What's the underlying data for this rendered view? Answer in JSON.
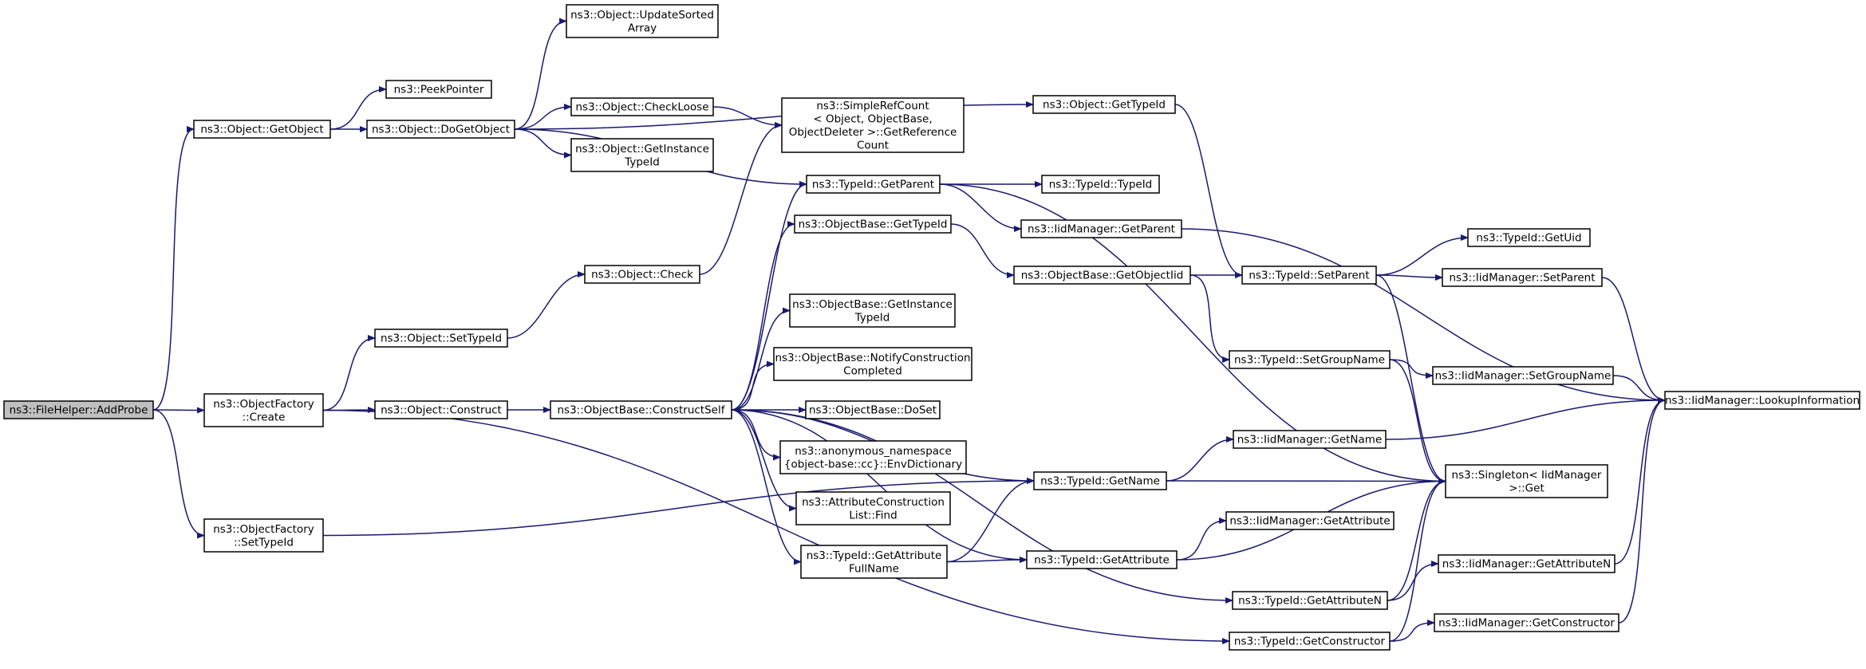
{
  "colors": {
    "edge": "#191970",
    "node_fill": "#ffffff",
    "root_fill": "#bfbfbf",
    "border": "#000000"
  },
  "nodes": [
    {
      "id": "addprobe",
      "lines": [
        "ns3::FileHelper::AddProbe"
      ]
    },
    {
      "id": "getobject",
      "lines": [
        "ns3::Object::GetObject"
      ]
    },
    {
      "id": "factory_create",
      "lines": [
        "ns3::ObjectFactory",
        "::Create"
      ]
    },
    {
      "id": "factory_settypeid",
      "lines": [
        "ns3::ObjectFactory",
        "::SetTypeId"
      ]
    },
    {
      "id": "peekpointer",
      "lines": [
        "ns3::PeekPointer"
      ]
    },
    {
      "id": "dogetobject",
      "lines": [
        "ns3::Object::DoGetObject"
      ]
    },
    {
      "id": "obj_settypeid",
      "lines": [
        "ns3::Object::SetTypeId"
      ]
    },
    {
      "id": "obj_construct",
      "lines": [
        "ns3::Object::Construct"
      ]
    },
    {
      "id": "updatesorted",
      "lines": [
        "ns3::Object::UpdateSorted",
        "Array"
      ]
    },
    {
      "id": "checkloose",
      "lines": [
        "ns3::Object::CheckLoose"
      ]
    },
    {
      "id": "getinstance",
      "lines": [
        "ns3::Object::GetInstance",
        "TypeId"
      ]
    },
    {
      "id": "obj_check",
      "lines": [
        "ns3::Object::Check"
      ]
    },
    {
      "id": "constructself",
      "lines": [
        "ns3::ObjectBase::ConstructSelf"
      ]
    },
    {
      "id": "refcount",
      "lines": [
        "ns3::SimpleRefCount",
        "< Object, ObjectBase,",
        "ObjectDeleter >::GetReference",
        "Count"
      ]
    },
    {
      "id": "getparent",
      "lines": [
        "ns3::TypeId::GetParent"
      ]
    },
    {
      "id": "ob_gettypeid",
      "lines": [
        "ns3::ObjectBase::GetTypeId"
      ]
    },
    {
      "id": "ob_getinstance",
      "lines": [
        "ns3::ObjectBase::GetInstance",
        "TypeId"
      ]
    },
    {
      "id": "notifyconstruction",
      "lines": [
        "ns3::ObjectBase::NotifyConstruction",
        "Completed"
      ]
    },
    {
      "id": "doset",
      "lines": [
        "ns3::ObjectBase::DoSet"
      ]
    },
    {
      "id": "envdict",
      "lines": [
        "ns3::anonymous_namespace",
        "{object-base::cc}::EnvDictionary"
      ]
    },
    {
      "id": "acl_find",
      "lines": [
        "ns3::AttributeConstruction",
        "List::Find"
      ]
    },
    {
      "id": "getattrfull",
      "lines": [
        "ns3::TypeId::GetAttribute",
        "FullName"
      ]
    },
    {
      "id": "obj_gettypeid",
      "lines": [
        "ns3::Object::GetTypeId"
      ]
    },
    {
      "id": "typeid_typeid",
      "lines": [
        "ns3::TypeId::TypeId"
      ]
    },
    {
      "id": "iid_getparent",
      "lines": [
        "ns3::IidManager::GetParent"
      ]
    },
    {
      "id": "getobjectiid",
      "lines": [
        "ns3::ObjectBase::GetObjectIid"
      ]
    },
    {
      "id": "getname",
      "lines": [
        "ns3::TypeId::GetName"
      ]
    },
    {
      "id": "getattribute",
      "lines": [
        "ns3::TypeId::GetAttribute"
      ]
    },
    {
      "id": "setparent",
      "lines": [
        "ns3::TypeId::SetParent"
      ]
    },
    {
      "id": "setgroupname",
      "lines": [
        "ns3::TypeId::SetGroupName"
      ]
    },
    {
      "id": "iid_getname",
      "lines": [
        "ns3::IidManager::GetName"
      ]
    },
    {
      "id": "iid_getattribute",
      "lines": [
        "ns3::IidManager::GetAttribute"
      ]
    },
    {
      "id": "getattributen",
      "lines": [
        "ns3::TypeId::GetAttributeN"
      ]
    },
    {
      "id": "getconstructor",
      "lines": [
        "ns3::TypeId::GetConstructor"
      ]
    },
    {
      "id": "getuid",
      "lines": [
        "ns3::TypeId::GetUid"
      ]
    },
    {
      "id": "iid_setparent",
      "lines": [
        "ns3::IidManager::SetParent"
      ]
    },
    {
      "id": "iid_setgroupname",
      "lines": [
        "ns3::IidManager::SetGroupName"
      ]
    },
    {
      "id": "singleton",
      "lines": [
        "ns3::Singleton< IidManager",
        ">::Get"
      ]
    },
    {
      "id": "iid_getattributen",
      "lines": [
        "ns3::IidManager::GetAttributeN"
      ]
    },
    {
      "id": "iid_getconstructor",
      "lines": [
        "ns3::IidManager::GetConstructor"
      ]
    },
    {
      "id": "lookup",
      "lines": [
        "ns3::IidManager::LookupInformation"
      ]
    }
  ],
  "edges": [
    [
      "addprobe",
      "getobject"
    ],
    [
      "addprobe",
      "factory_create"
    ],
    [
      "addprobe",
      "factory_settypeid"
    ],
    [
      "getobject",
      "peekpointer"
    ],
    [
      "getobject",
      "dogetobject"
    ],
    [
      "dogetobject",
      "updatesorted"
    ],
    [
      "dogetobject",
      "obj_gettypeid"
    ],
    [
      "dogetobject",
      "checkloose"
    ],
    [
      "dogetobject",
      "getinstance"
    ],
    [
      "dogetobject",
      "getparent"
    ],
    [
      "checkloose",
      "refcount"
    ],
    [
      "obj_check",
      "refcount"
    ],
    [
      "factory_create",
      "obj_settypeid"
    ],
    [
      "factory_create",
      "obj_construct"
    ],
    [
      "factory_create",
      "getconstructor"
    ],
    [
      "obj_settypeid",
      "obj_check"
    ],
    [
      "obj_construct",
      "constructself"
    ],
    [
      "factory_settypeid",
      "getname"
    ],
    [
      "constructself",
      "getparent"
    ],
    [
      "constructself",
      "ob_gettypeid"
    ],
    [
      "constructself",
      "getname"
    ],
    [
      "constructself",
      "ob_getinstance"
    ],
    [
      "constructself",
      "notifyconstruction"
    ],
    [
      "constructself",
      "doset"
    ],
    [
      "constructself",
      "envdict"
    ],
    [
      "constructself",
      "acl_find"
    ],
    [
      "constructself",
      "getattrfull"
    ],
    [
      "constructself",
      "getattribute"
    ],
    [
      "constructself",
      "getattributen"
    ],
    [
      "getparent",
      "typeid_typeid"
    ],
    [
      "getparent",
      "iid_getparent"
    ],
    [
      "getparent",
      "singleton"
    ],
    [
      "ob_gettypeid",
      "getobjectiid"
    ],
    [
      "obj_gettypeid",
      "setparent"
    ],
    [
      "getattrfull",
      "getname"
    ],
    [
      "getattrfull",
      "getattribute"
    ],
    [
      "getobjectiid",
      "setparent"
    ],
    [
      "getobjectiid",
      "setgroupname"
    ],
    [
      "iid_getparent",
      "lookup"
    ],
    [
      "setparent",
      "getuid"
    ],
    [
      "setparent",
      "iid_setparent"
    ],
    [
      "setparent",
      "singleton"
    ],
    [
      "setgroupname",
      "iid_setgroupname"
    ],
    [
      "setgroupname",
      "singleton"
    ],
    [
      "getname",
      "iid_getname"
    ],
    [
      "getname",
      "singleton"
    ],
    [
      "getattribute",
      "iid_getattribute"
    ],
    [
      "getattribute",
      "singleton"
    ],
    [
      "getattributen",
      "iid_getattributen"
    ],
    [
      "getattributen",
      "singleton"
    ],
    [
      "getconstructor",
      "iid_getconstructor"
    ],
    [
      "getconstructor",
      "singleton"
    ],
    [
      "iid_setparent",
      "lookup"
    ],
    [
      "iid_setgroupname",
      "lookup"
    ],
    [
      "iid_getname",
      "lookup"
    ],
    [
      "iid_getattributen",
      "lookup"
    ],
    [
      "iid_getconstructor",
      "lookup"
    ]
  ]
}
